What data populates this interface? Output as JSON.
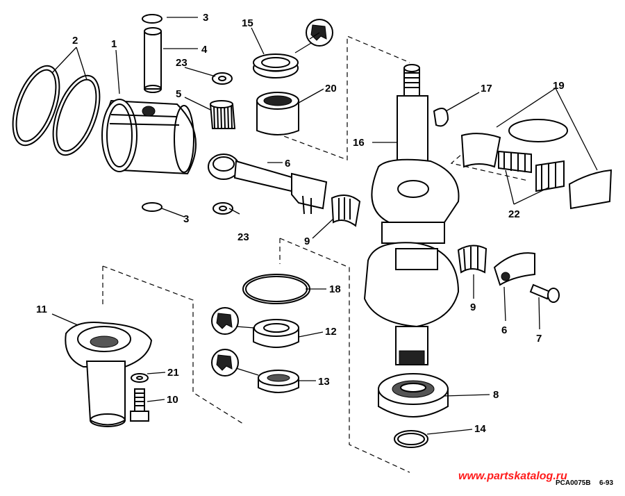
{
  "callouts": {
    "c1": "1",
    "c2": "2",
    "c3a": "3",
    "c3b": "3",
    "c4": "4",
    "c5": "5",
    "c6a": "6",
    "c6b": "6",
    "c7": "7",
    "c8": "8",
    "c9a": "9",
    "c9b": "9",
    "c10": "10",
    "c11": "11",
    "c12": "12",
    "c13": "13",
    "c14": "14",
    "c15": "15",
    "c16": "16",
    "c17": "17",
    "c18": "18",
    "c19": "19",
    "c20": "20",
    "c21": "21",
    "c22": "22",
    "c23a": "23",
    "c23b": "23"
  },
  "footer": {
    "watermark": "www.partskatalog.ru",
    "drawing_code": "PCA0075B",
    "date_code": "6-93"
  },
  "colors": {
    "ink": "#000000",
    "watermark": "#ff1b1b",
    "background": "#ffffff"
  },
  "icons": [
    "sealant-tube-icon",
    "sealant-tube-icon",
    "sealant-tube-icon"
  ]
}
